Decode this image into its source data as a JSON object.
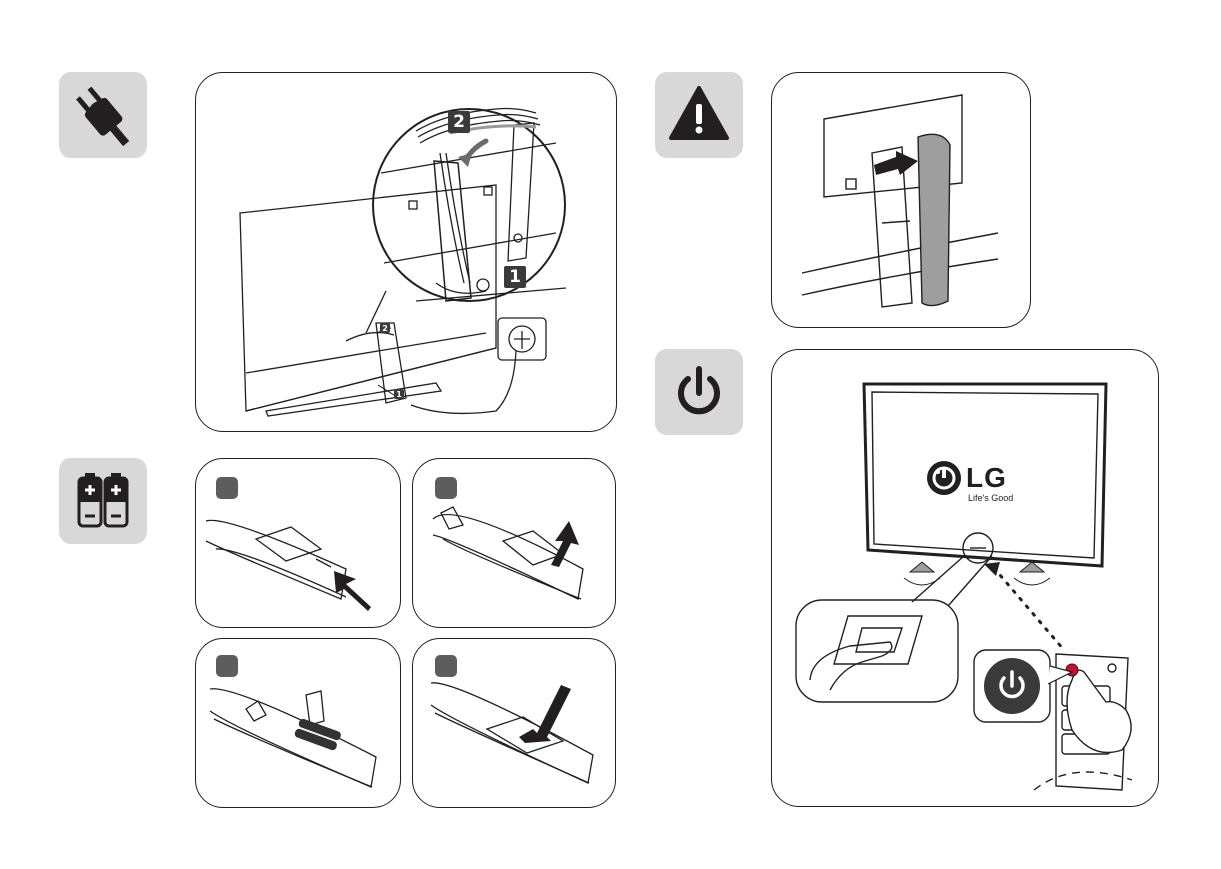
{
  "icons": {
    "plug": "power-plug-icon",
    "battery": "battery-icon",
    "warning": "warning-icon",
    "power": "power-icon"
  },
  "cable_panel": {
    "callout_1": "1",
    "callout_2": "2",
    "small_callout_1": "1",
    "small_callout_2": "2"
  },
  "battery_steps": {
    "step_count": 4
  },
  "power_panel": {
    "brand_word": "LG",
    "tagline": "Life's Good"
  },
  "colors": {
    "tile_gray": "#d8d8d8",
    "ink": "#231f20",
    "badge_gray": "#5d5d5d",
    "power_red": "#c8102e"
  }
}
